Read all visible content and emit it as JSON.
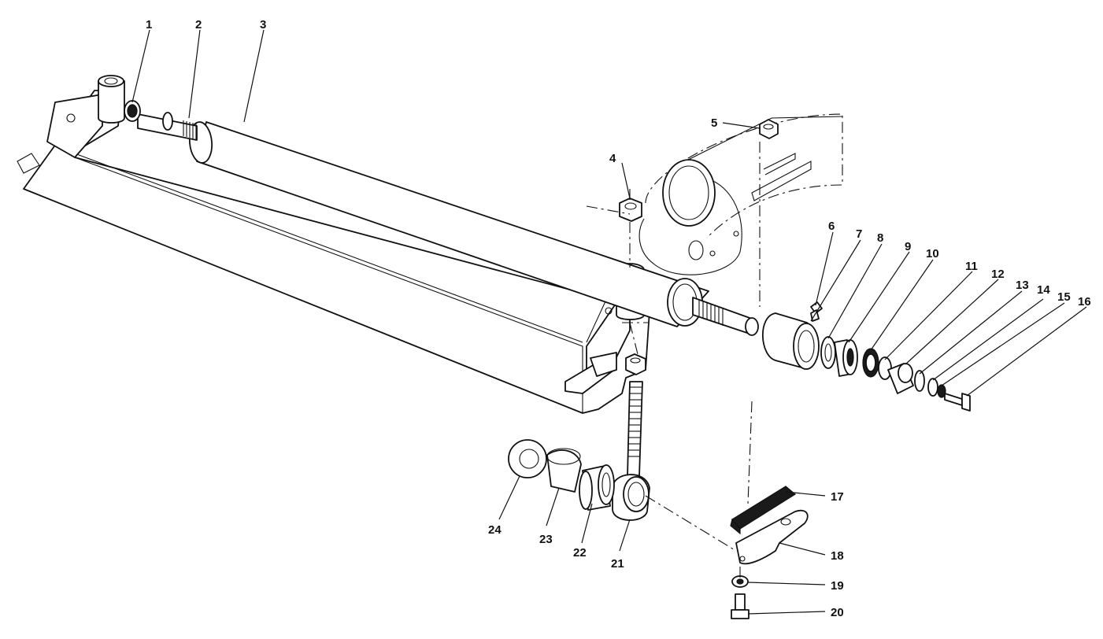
{
  "callouts": [
    "1",
    "2",
    "3",
    "4",
    "5",
    "6",
    "7",
    "8",
    "9",
    "10",
    "11",
    "12",
    "13",
    "14",
    "15",
    "16",
    "17",
    "18",
    "19",
    "20",
    "21",
    "22",
    "23",
    "24"
  ],
  "colors": {
    "ink": "#111111",
    "paper": "#ffffff",
    "brush": "#1a1a1a"
  }
}
